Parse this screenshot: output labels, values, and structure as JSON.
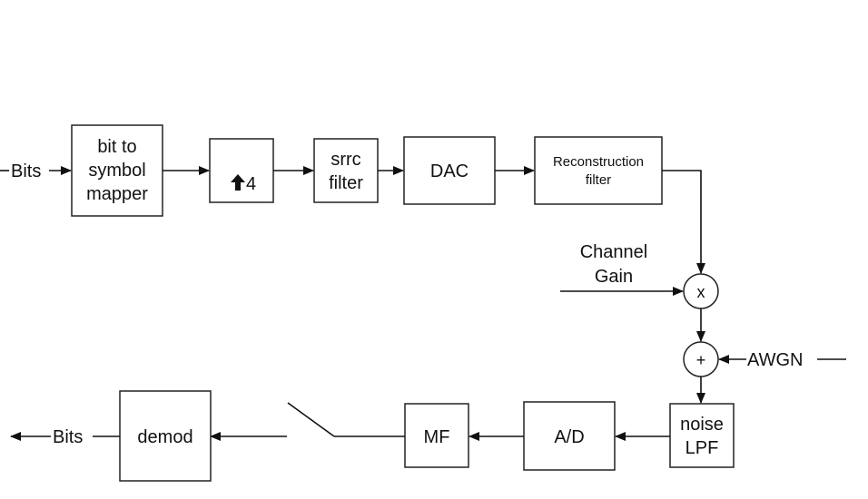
{
  "diagram": {
    "input_bits": "Bits",
    "bit_to_symbol": [
      "bit to",
      "symbol",
      "mapper"
    ],
    "upsample_factor": "4",
    "upsample_icon": "up-arrow-icon",
    "srrc": [
      "srrc",
      "filter"
    ],
    "dac": "DAC",
    "reconstruction": [
      "Reconstruction",
      "filter"
    ],
    "channel_gain": [
      "Channel",
      "Gain"
    ],
    "multiply_symbol": "x",
    "add_symbol": "+",
    "awgn": "AWGN",
    "noise_lpf": [
      "noise",
      "LPF"
    ],
    "ad": "A/D",
    "mf": "MF",
    "demod": "demod",
    "output_bits": "Bits"
  }
}
